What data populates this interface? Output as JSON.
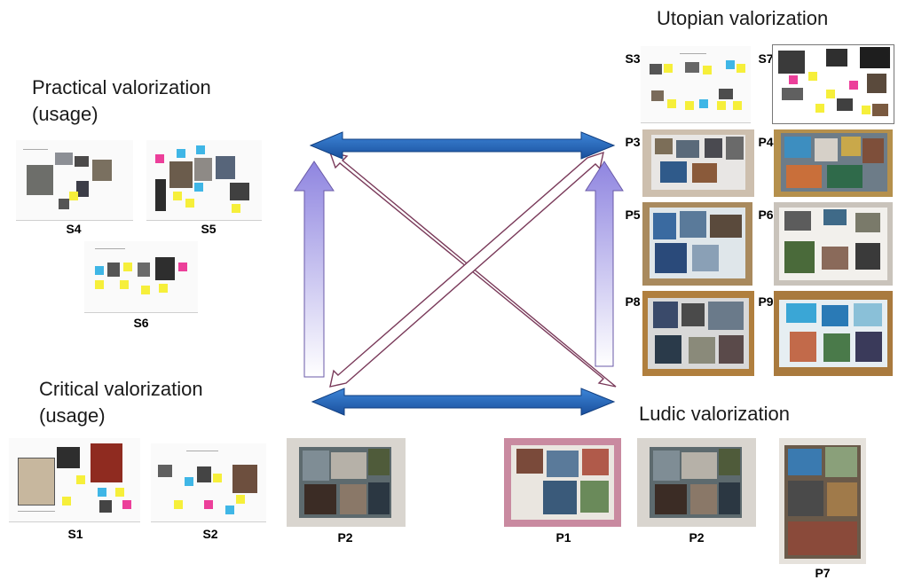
{
  "quadrants": {
    "utopian": "Utopian valorization",
    "practical": [
      "Practical valorization",
      "(usage)"
    ],
    "critical": [
      "Critical valorization",
      "(usage)"
    ],
    "ludic": "Ludic valorization"
  },
  "labels": {
    "s1": "S1",
    "s2": "S2",
    "s3": "S3",
    "s4": "S4",
    "s5": "S5",
    "s6": "S6",
    "s7": "S7",
    "p1": "P1",
    "p2a": "P2",
    "p2b": "P2",
    "p3": "P3",
    "p4": "P4",
    "p5": "P5",
    "p6": "P6",
    "p7": "P7",
    "p8": "P8",
    "p9": "P9"
  },
  "colors": {
    "blue_arrow": "#1f5fb4",
    "purple_arrow": "#a9a0e6",
    "diagonal_outline": "#7a3a5a"
  }
}
